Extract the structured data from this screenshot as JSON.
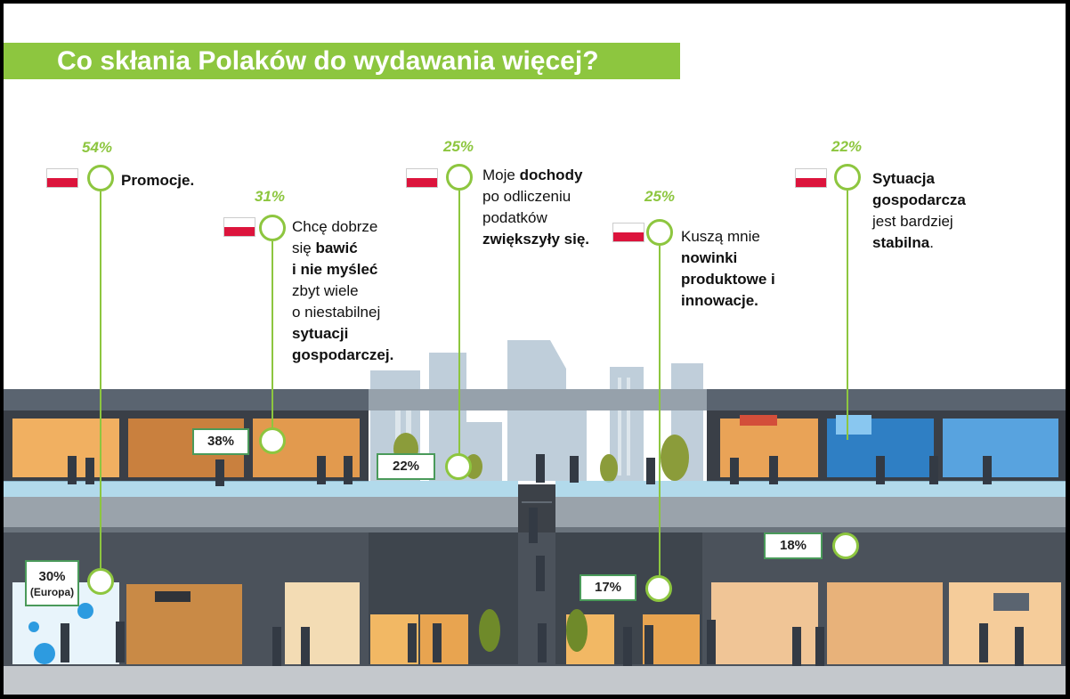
{
  "title": "Co skłania Polaków do wydawania więcej?",
  "colors": {
    "accent": "#8dc63f",
    "flag_red": "#dc143c",
    "box_border": "#4a9a5a"
  },
  "reasons": [
    {
      "pct": "54%",
      "parts": [
        [
          "Promocje.",
          "b"
        ]
      ]
    },
    {
      "pct": "31%",
      "parts": [
        [
          "Chcę dobrze",
          ""
        ],
        [
          "się ",
          ""
        ],
        [
          "bawić",
          "b"
        ],
        [
          "i nie myśleć",
          "b"
        ],
        [
          "zbyt wiele",
          ""
        ],
        [
          "o niestabilnej",
          ""
        ],
        [
          "sytuacji",
          "b"
        ],
        [
          "gospodarczej.",
          "b"
        ]
      ]
    },
    {
      "pct": "25%",
      "parts": [
        [
          "Moje ",
          ""
        ],
        [
          "dochody",
          "b"
        ],
        [
          "po odliczeniu",
          ""
        ],
        [
          "podatków",
          ""
        ],
        [
          "zwiększyły się.",
          "b"
        ]
      ]
    },
    {
      "pct": "25%",
      "parts": [
        [
          "Kuszą mnie",
          ""
        ],
        [
          "nowinki",
          "b"
        ],
        [
          "produktowe i",
          "b"
        ],
        [
          "innowacje.",
          "b"
        ]
      ]
    },
    {
      "pct": "22%",
      "parts": [
        [
          "Sytuacja",
          "b"
        ],
        [
          "gospodarcza",
          "b"
        ],
        [
          "jest bardziej",
          ""
        ],
        [
          "stabilna",
          "b"
        ],
        [
          ".",
          ""
        ]
      ]
    }
  ],
  "europe_boxes": [
    {
      "value": "30%",
      "sub": "(Europa)"
    },
    {
      "value": "38%"
    },
    {
      "value": "22%"
    },
    {
      "value": "17%"
    },
    {
      "value": "18%"
    }
  ],
  "flag_icon": "poland-flag-icon",
  "illustration": "shopping-mall-illustration"
}
